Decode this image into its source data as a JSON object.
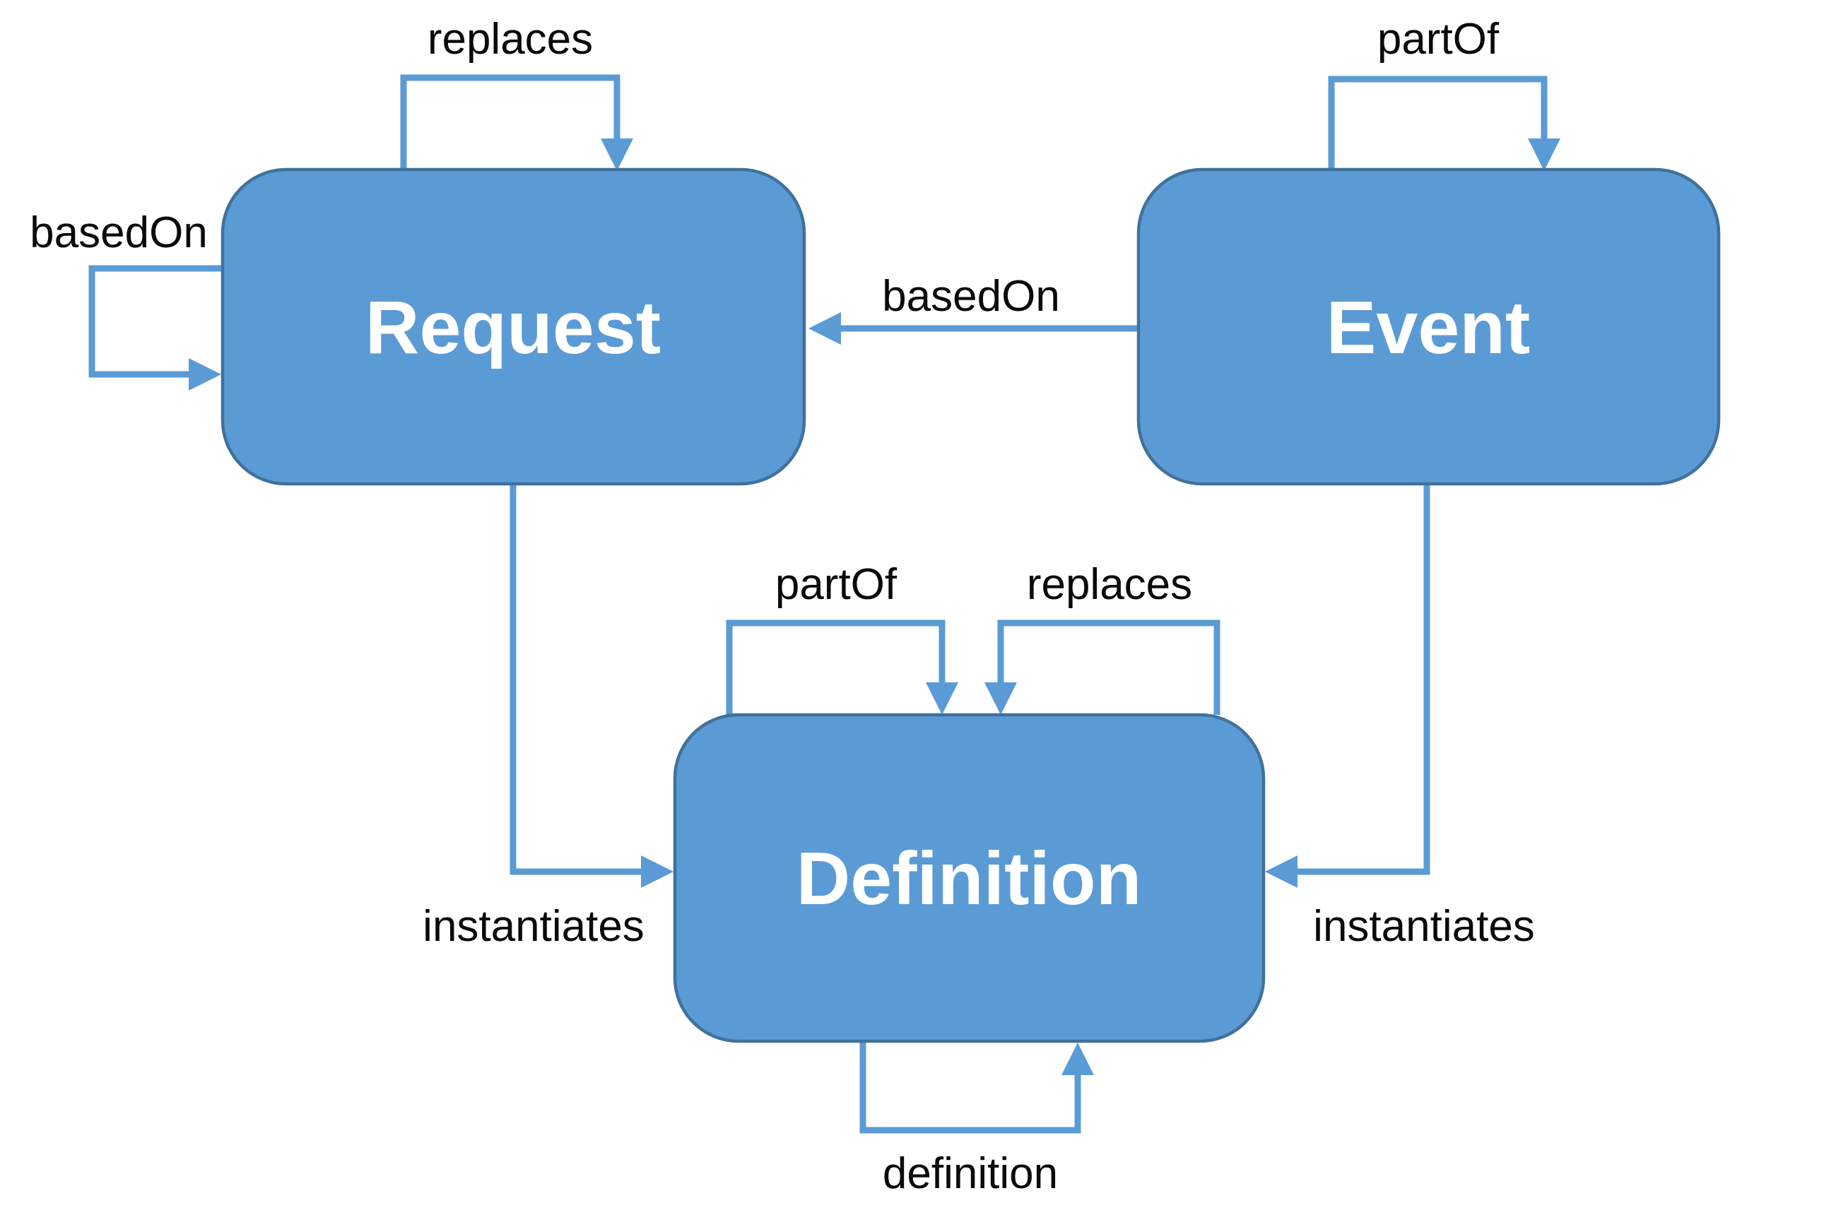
{
  "diagram": {
    "title": "concept relationship diagram",
    "colors": {
      "background": "#ffffff",
      "node_fill": "#5b9bd5",
      "node_border": "#41719c",
      "node_text": "#ffffff",
      "connector": "#5b9bd5",
      "label_text": "#0a0a0a"
    },
    "nodes": {
      "request": {
        "label": "Request"
      },
      "event": {
        "label": "Event"
      },
      "definition": {
        "label": "Definition"
      }
    },
    "edges": {
      "request_replaces_self": {
        "label": "replaces"
      },
      "request_basedon_self": {
        "label": "basedOn"
      },
      "event_partof_self": {
        "label": "partOf"
      },
      "event_basedon_request": {
        "label": "basedOn"
      },
      "request_instantiates_definition": {
        "label": "instantiates"
      },
      "event_instantiates_definition": {
        "label": "instantiates"
      },
      "definition_partof_self": {
        "label": "partOf"
      },
      "definition_replaces_self": {
        "label": "replaces"
      },
      "definition_definition_self": {
        "label": "definition"
      }
    }
  }
}
